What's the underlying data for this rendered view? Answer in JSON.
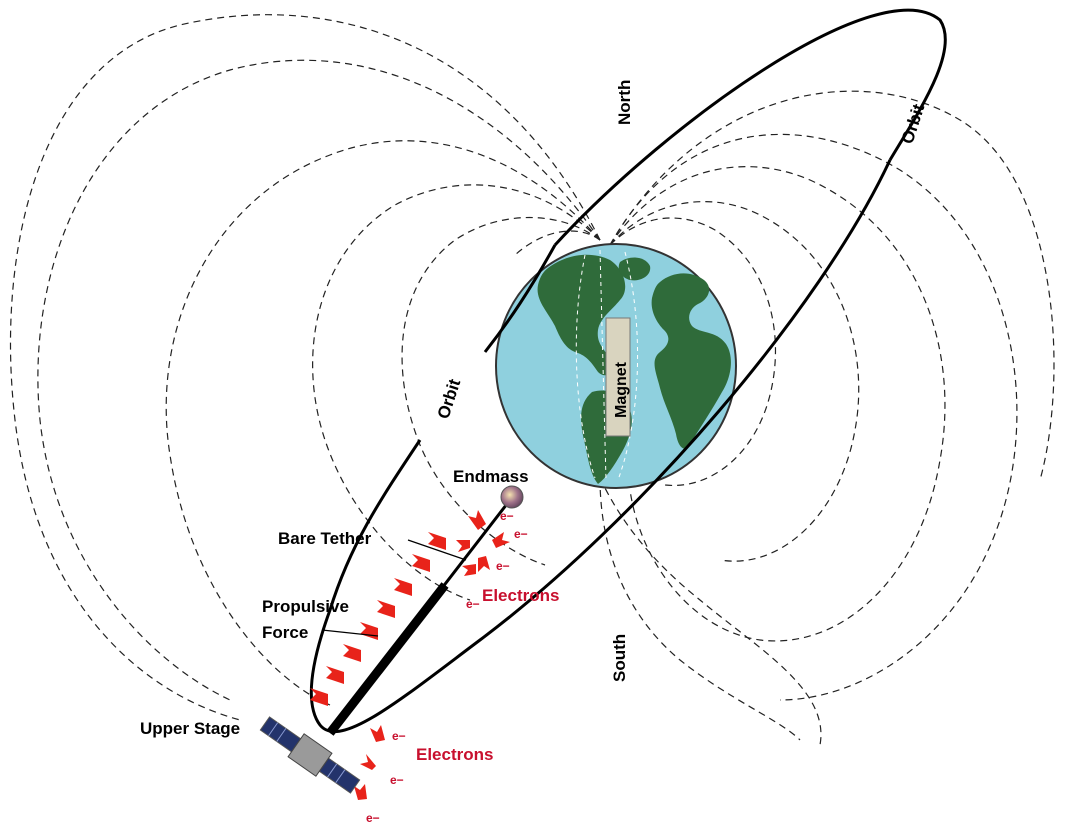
{
  "labels": {
    "north": "North",
    "south": "South",
    "orbit": "Orbit",
    "magnet": "Magnet",
    "endmass": "Endmass",
    "bare_tether": "Bare Tether",
    "propulsive_force_line1": "Propulsive",
    "propulsive_force_line2": "Force",
    "upper_stage": "Upper Stage",
    "electrons": "Electrons",
    "electron_symbol": "e−"
  },
  "colors": {
    "ocean": "#8fd0de",
    "land": "#2f6b3a",
    "electron_red": "#c8102e",
    "arrow_red": "#e8231a",
    "magnet_bar": "#d9d4bf"
  },
  "icons": {
    "satellite": "satellite-icon",
    "endmass": "endmass-icon",
    "earth": "earth-icon"
  }
}
